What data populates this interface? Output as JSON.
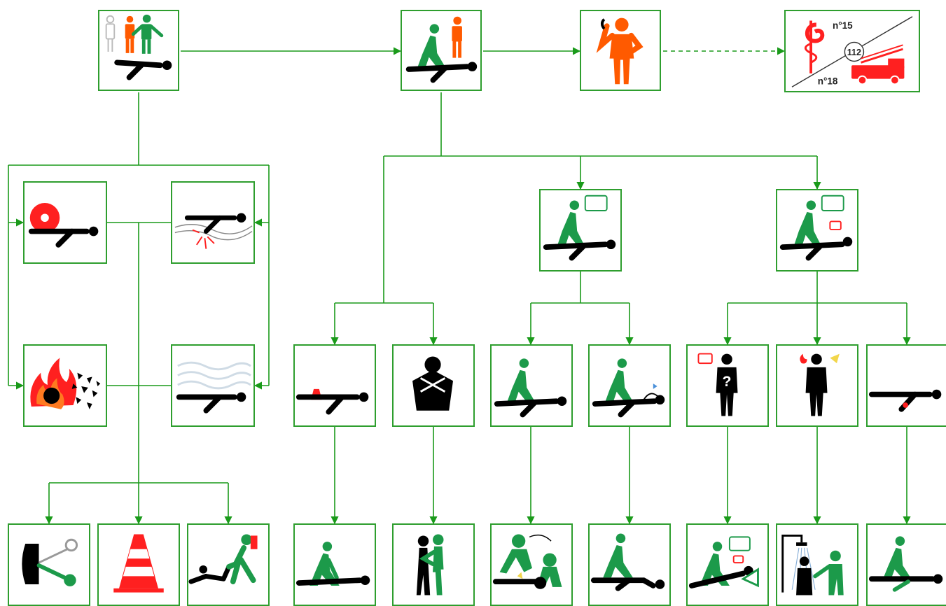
{
  "colors": {
    "line": "#1a9a1a",
    "node_border": "#2e9e2e",
    "rescuer": "#1c9a4a",
    "victim": "#000000",
    "witness": "#ff5a00",
    "danger": "#ff2020"
  },
  "nodes": {
    "witnesses": {
      "icon": "witnesses-victim-icon"
    },
    "protect_alert": {
      "icon": "rescuer-kneeling-icon"
    },
    "phone_call": {
      "icon": "person-phone-icon"
    },
    "emergency_numbers": {
      "icon": "emergency-services-icon",
      "samu_label": "n°15",
      "center_label": "112",
      "fire_label": "n°18"
    },
    "danger_traffic": {
      "icon": "wheel-danger-icon"
    },
    "danger_electric": {
      "icon": "electric-danger-icon"
    },
    "danger_fire": {
      "icon": "fire-explosion-icon"
    },
    "danger_gas": {
      "icon": "gas-smoke-icon"
    },
    "action_electric_cut": {
      "icon": "cut-electricity-icon"
    },
    "action_cone": {
      "icon": "traffic-cone-icon"
    },
    "action_drag": {
      "icon": "drag-victim-icon"
    },
    "bleeding": {
      "icon": "victim-bleeding-icon"
    },
    "choking": {
      "icon": "choking-person-icon"
    },
    "check_response": {
      "icon": "check-consciousness-icon"
    },
    "unconscious_breathing": {
      "icon": "breathing-check-icon"
    },
    "unconscious_not_breathing": {
      "icon": "no-breathing-icon"
    },
    "conscious_talking": {
      "icon": "talking-victim-icon"
    },
    "malaise": {
      "icon": "malaise-question-icon"
    },
    "burn": {
      "icon": "burn-person-icon"
    },
    "trauma": {
      "icon": "injured-limb-icon"
    },
    "compress_wound": {
      "icon": "compression-icon"
    },
    "heimlich": {
      "icon": "heimlich-icon"
    },
    "cpr": {
      "icon": "cpr-defibrillation-icon"
    },
    "recovery_position": {
      "icon": "recovery-position-icon"
    },
    "rest_position": {
      "icon": "rest-position-icon"
    },
    "cool_burn": {
      "icon": "shower-cooling-icon"
    },
    "immobilize": {
      "icon": "immobilize-icon"
    }
  }
}
